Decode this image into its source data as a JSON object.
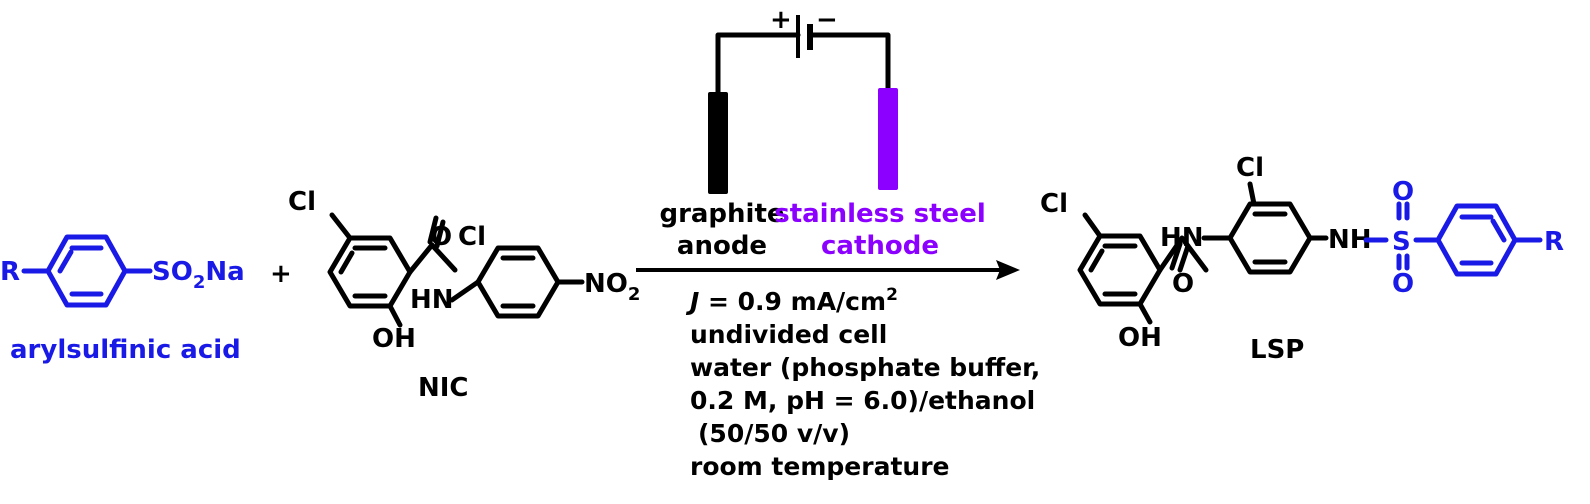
{
  "reagent1": {
    "r_group": "R",
    "group": "SO",
    "group_sub": "2",
    "group_tail": "Na",
    "name": "arylsulfinic acid"
  },
  "plus": "+",
  "reagent2": {
    "name": "NIC",
    "cl_top": "Cl",
    "carbonyl_o": "O",
    "cl_ring": "Cl",
    "nh": "HN",
    "oh": "OH",
    "nitro": "NO",
    "nitro_sub": "2"
  },
  "cell": {
    "plus_sign": "+",
    "minus_sign": "−",
    "anode_line1": "graphite",
    "anode_line2": "anode",
    "cathode_line1": "stainless steel",
    "cathode_line2": "cathode",
    "anode_color": "#000000",
    "cathode_color": "#8b00ff"
  },
  "conditions": {
    "j_symbol": "J",
    "j_value": " = 0.9 mA/cm",
    "j_sup": "2",
    "line2": "undivided cell",
    "line3": "water (phosphate buffer,",
    "line4": "0.2 M, pH = 6.0)/ethanol",
    "line5": "(50/50 v/v)",
    "line6": "room temperature"
  },
  "product": {
    "name": "LSP",
    "cl_left": "Cl",
    "cl_ring": "Cl",
    "hn": "HN",
    "oh": "OH",
    "carbonyl_o": "O",
    "nh": "NH",
    "s": "S",
    "o_top": "O",
    "o_bottom": "O",
    "r_group": "R"
  },
  "colors": {
    "blue": "#1a1ae6",
    "purple": "#8b00ff",
    "black": "#000000"
  }
}
